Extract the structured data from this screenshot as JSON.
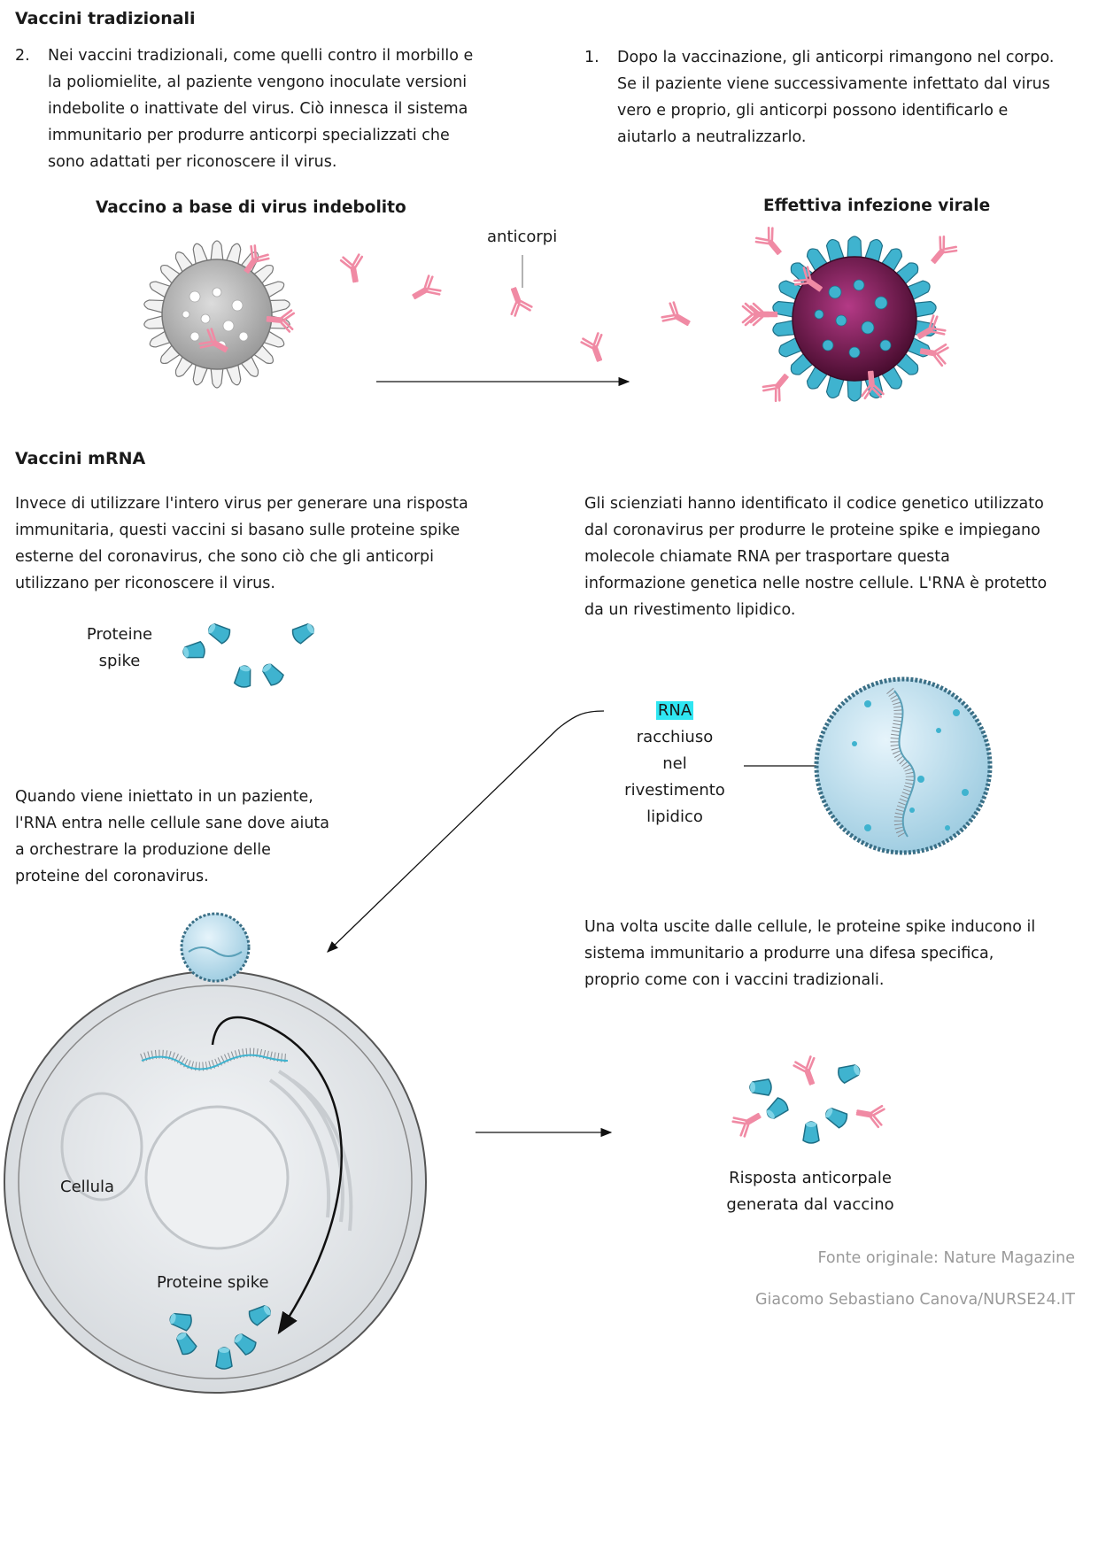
{
  "sections": {
    "traditional_title": "Vaccini tradizionali",
    "mrna_title": "Vaccini mRNA"
  },
  "traditional": {
    "step_left_num": "2.",
    "step_left_lines": [
      "Nei vaccini tradizionali, come quelli contro il morbillo e",
      "la poliomielite, al paziente vengono inoculate versioni",
      "indebolite o inattivate del virus. Ciò innesca il sistema",
      "immunitario per produrre anticorpi specializzati che",
      "sono adattati per riconoscere il virus."
    ],
    "step_right_num": "1.",
    "step_right_lines": [
      "Dopo la vaccinazione, gli anticorpi rimangono nel corpo.",
      "Se il paziente viene successivamente infettato dal virus",
      "vero e proprio, gli anticorpi possono identificarlo e",
      "aiutarlo a neutralizzarlo."
    ],
    "weak_virus_label": "Vaccino a base di virus indebolito",
    "real_infection_label": "Effettiva infezione virale",
    "antibodies_label": "anticorpi"
  },
  "mrna": {
    "intro_left_lines": [
      "Invece di utilizzare l'intero virus per generare una risposta",
      "immunitaria, questi vaccini si basano sulle proteine spike",
      "esterne del coronavirus, che sono ciò che gli anticorpi",
      "utilizzano per riconoscere il virus."
    ],
    "intro_right_lines": [
      "Gli scienziati hanno identificato il codice genetico utilizzato",
      "dal coronavirus per produrre le proteine spike e impiegano",
      "molecole chiamate RNA per trasportare questa",
      "informazione genetica nelle nostre cellule. L'RNA è protetto",
      "da un rivestimento lipidico."
    ],
    "spike_label_lines": [
      "Proteine",
      "spike"
    ],
    "rna_label_highlight": "RNA",
    "rna_label_lines": [
      "racchiuso",
      "nel",
      "rivestimento",
      "lipidico"
    ],
    "injection_lines": [
      "Quando viene iniettato in un paziente,",
      "l'RNA entra nelle cellule sane dove aiuta",
      "a orchestrare la produzione delle",
      "proteine del coronavirus."
    ],
    "after_lines": [
      "Una volta uscite dalle cellule, le proteine spike inducono il",
      "sistema immunitario a produrre una difesa specifica,",
      "proprio come con i vaccini tradizionali."
    ],
    "cell_label": "Cellula",
    "cell_spike_label": "Proteine spike",
    "response_lines": [
      "Risposta anticorpale",
      "generata dal vaccino"
    ]
  },
  "credits": {
    "source": "Fonte originale: Nature Magazine",
    "author": "Giacomo Sebastiano Canova/NURSE24.IT"
  },
  "colors": {
    "antibody": "#f08aa4",
    "spike": "#3fb3cf",
    "virus_core": "#8a1f5c",
    "highlight": "#2fe6f2"
  }
}
